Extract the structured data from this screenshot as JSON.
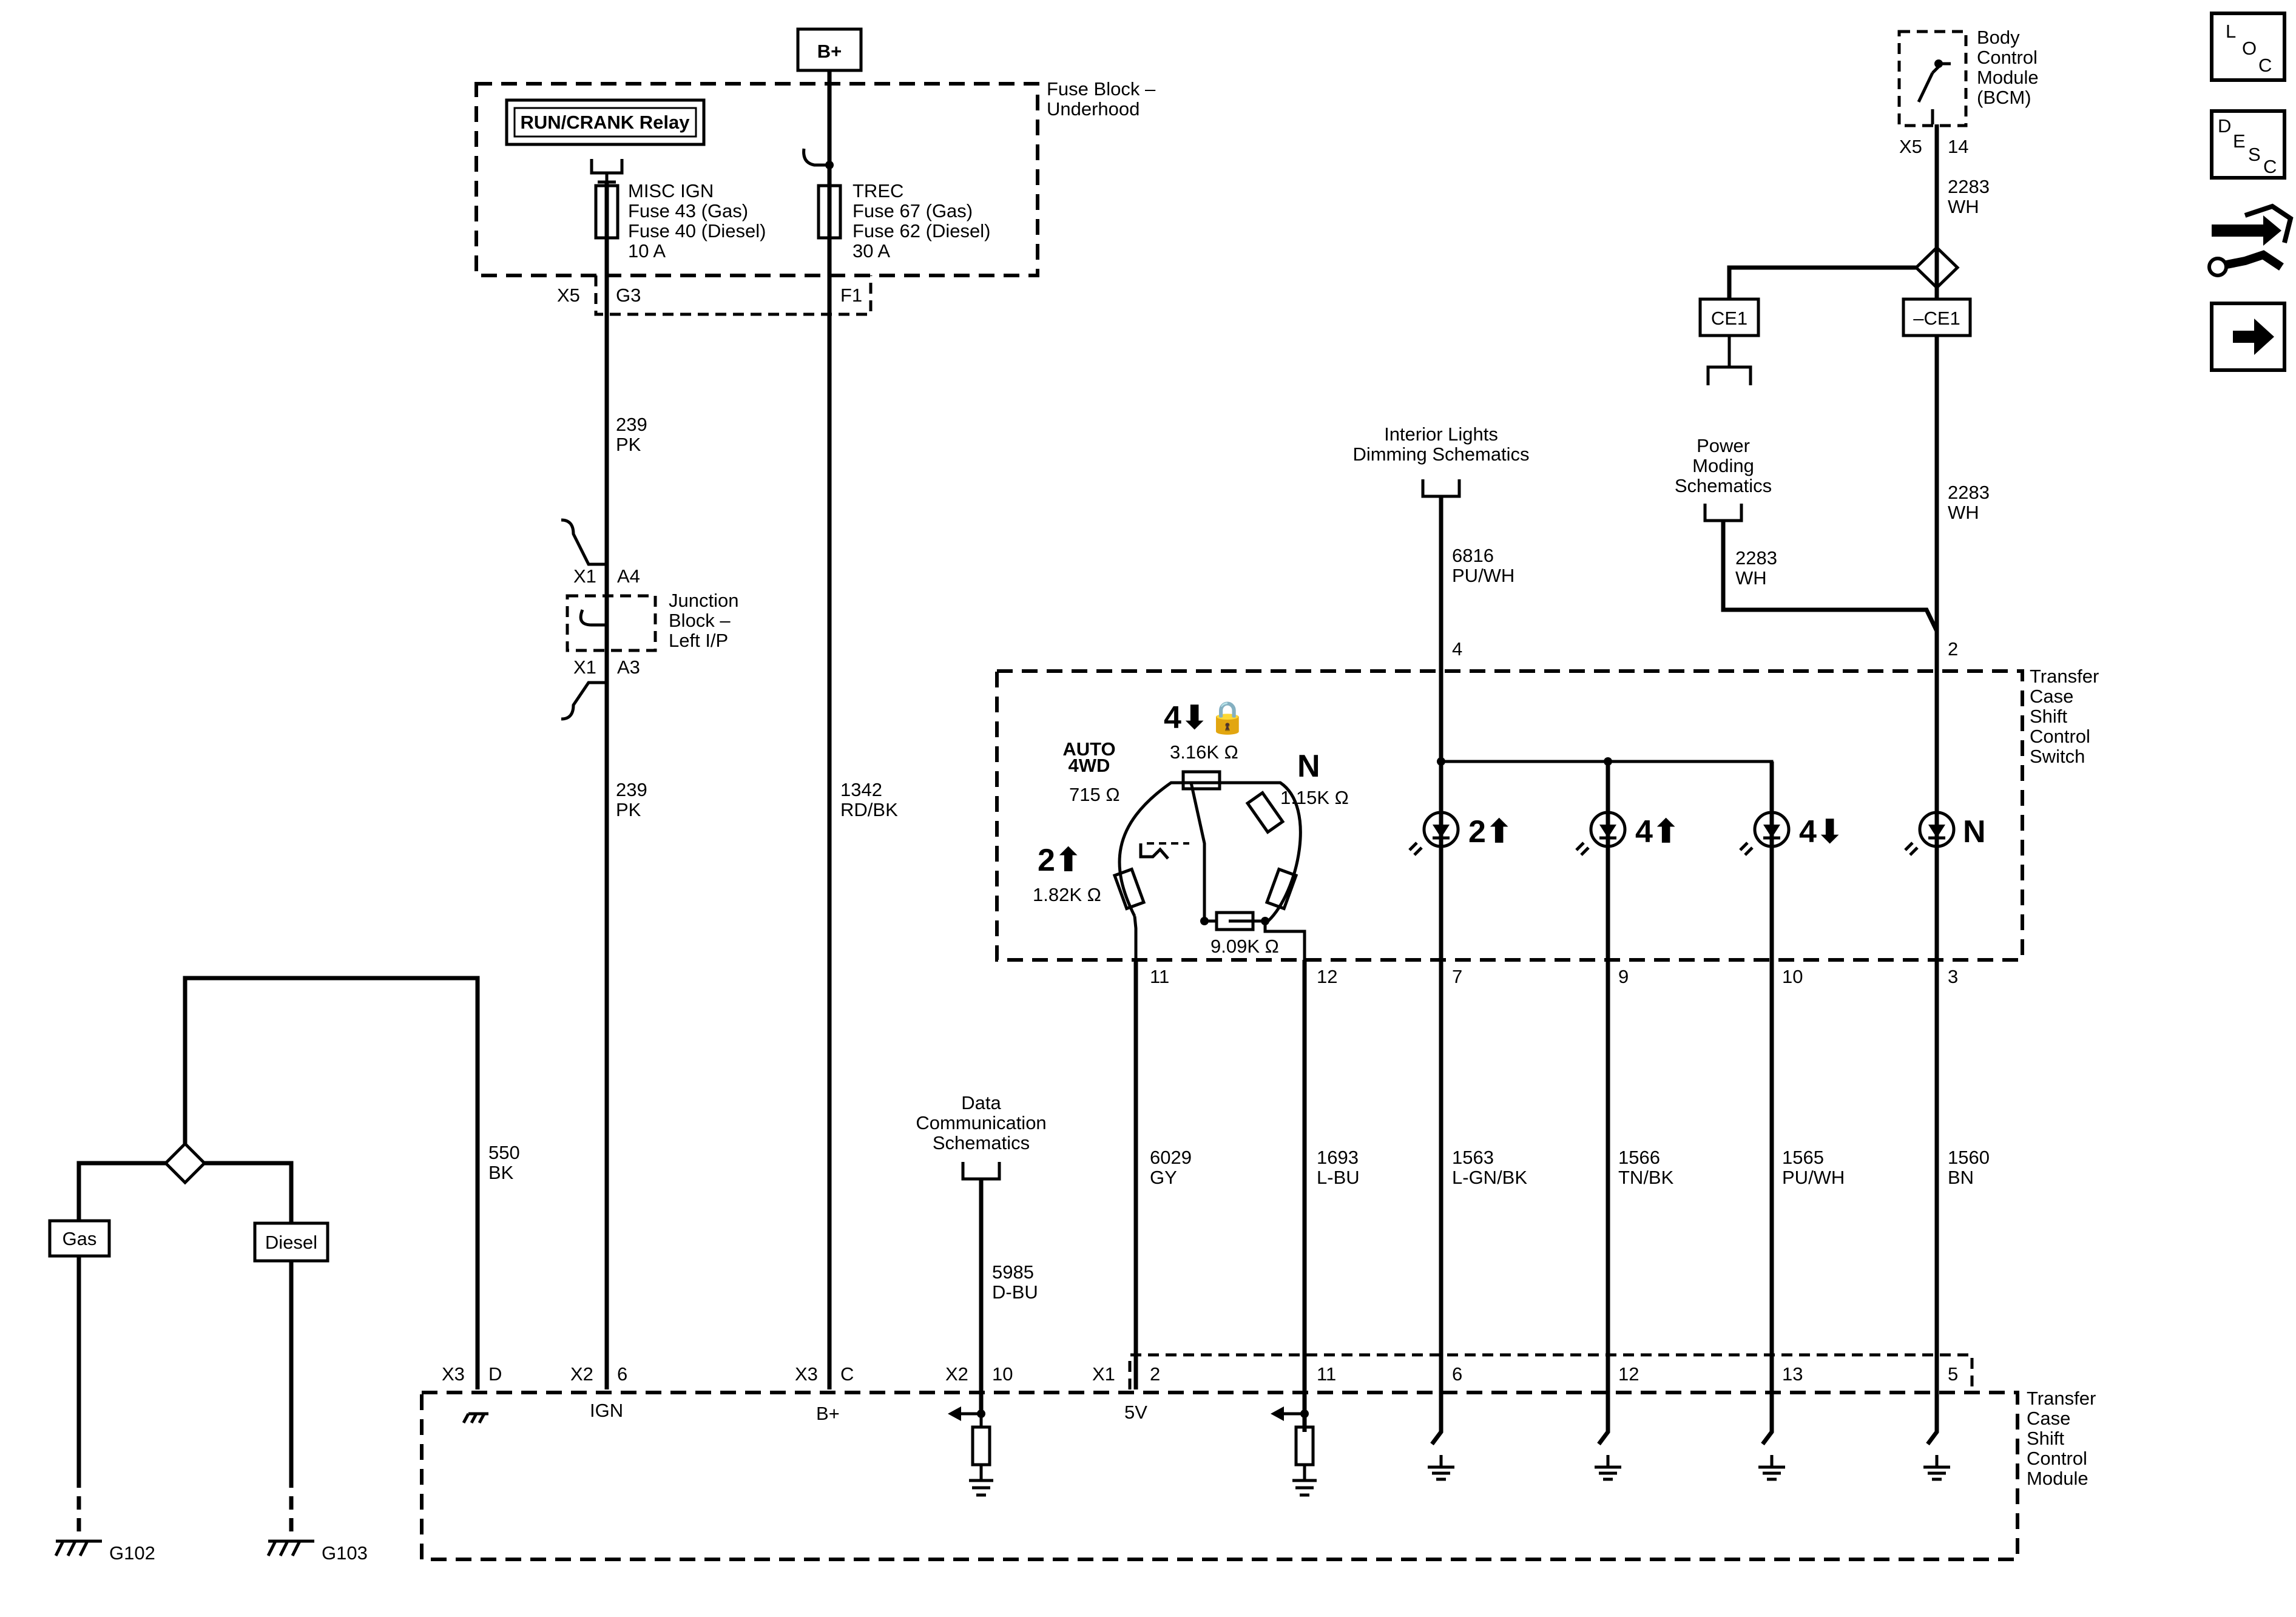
{
  "power": {
    "bplus": "B+"
  },
  "fuse_block": {
    "title": [
      "Fuse Block –",
      "Underhood"
    ],
    "relay": "RUN/CRANK Relay",
    "misc_ign": [
      "MISC IGN",
      "Fuse 43 (Gas)",
      "Fuse 40 (Diesel)",
      "10 A"
    ],
    "trec": [
      "TREC",
      "Fuse 67 (Gas)",
      "Fuse 62 (Diesel)",
      "30 A"
    ],
    "conn": {
      "x5": "X5",
      "g3": "G3",
      "f1": "F1"
    }
  },
  "bcm": {
    "title": [
      "Body",
      "Control",
      "Module",
      "(BCM)"
    ],
    "conn": "X5",
    "pin": "14",
    "wire1": [
      "2283",
      "WH"
    ],
    "ce1": "CE1",
    "ce1_neg": "–CE1",
    "wire2": [
      "2283",
      "WH"
    ]
  },
  "nav_icons": {
    "loc": {
      "l": "L",
      "o": "O",
      "c": "C"
    },
    "desc": {
      "d": "D",
      "e": "E",
      "s": "S",
      "c": "C"
    }
  },
  "wire_239_top": [
    "239",
    "PK"
  ],
  "junction_block": {
    "title": [
      "Junction",
      "Block –",
      "Left I/P"
    ],
    "x1a": "X1",
    "a4": "A4",
    "x1b": "X1",
    "a3": "A3"
  },
  "wire_239_bot": [
    "239",
    "PK"
  ],
  "wire_1342": [
    "1342",
    "RD/BK"
  ],
  "interior_lights": {
    "title": [
      "Interior Lights",
      "Dimming Schematics"
    ],
    "wire": [
      "6816",
      "PU/WH"
    ],
    "pin": "4"
  },
  "power_moding": {
    "title": [
      "Power",
      "Moding",
      "Schematics"
    ],
    "wire": [
      "2283",
      "WH"
    ],
    "pin": "2"
  },
  "switch": {
    "title": [
      "Transfer",
      "Case",
      "Shift",
      "Control",
      "Switch"
    ],
    "auto": [
      "AUTO",
      "4WD"
    ],
    "r_auto": "715 Ω",
    "sym_4lo": "4⬇🔒",
    "r_4lo": "3.16K Ω",
    "sym_n": "N",
    "r_n": "1.15K Ω",
    "sym_2hi": "2⬆",
    "r_2hi": "1.82K Ω",
    "r_bottom": "9.09K Ω",
    "lamps": [
      "2⬆",
      "4⬆",
      "4⬇",
      "N"
    ],
    "pins": [
      "11",
      "12",
      "7",
      "9",
      "10",
      "3"
    ]
  },
  "gnd_wire": [
    "550",
    "BK"
  ],
  "variants": {
    "gas": "Gas",
    "diesel": "Diesel"
  },
  "grounds": {
    "g102": "G102",
    "g103": "G103"
  },
  "data_comm": {
    "title": [
      "Data",
      "Communication",
      "Schematics"
    ],
    "wire": [
      "5985",
      "D-BU"
    ]
  },
  "wires_bottom": [
    [
      "6029",
      "GY"
    ],
    [
      "1693",
      "L-BU"
    ],
    [
      "1563",
      "L-GN/BK"
    ],
    [
      "1566",
      "TN/BK"
    ],
    [
      "1565",
      "PU/WH"
    ],
    [
      "1560",
      "BN"
    ]
  ],
  "module": {
    "title": [
      "Transfer",
      "Case",
      "Shift",
      "Control",
      "Module"
    ],
    "x3d": [
      "X3",
      "D"
    ],
    "x2_6": [
      "X2",
      "6"
    ],
    "ign": "IGN",
    "x3c": [
      "X3",
      "C"
    ],
    "bplus": "B+",
    "x2_10": [
      "X2",
      "10"
    ],
    "x1_2": [
      "X1",
      "2"
    ],
    "five_v": "5V",
    "pins": [
      "11",
      "6",
      "12",
      "13",
      "5"
    ]
  }
}
